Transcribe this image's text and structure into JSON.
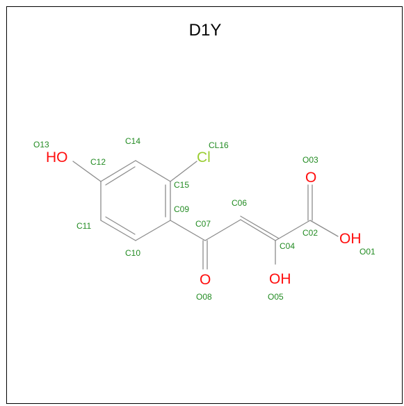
{
  "title": "D1Y",
  "colors": {
    "bond": "#8c8c8c",
    "oxygen": "#ff0d0d",
    "chlorine": "#9acd32",
    "atom_label": "#228b22",
    "title": "#000000"
  },
  "atom_symbols": {
    "o13": "HO",
    "cl16": "Cl",
    "o03": "O",
    "o01": "OH",
    "o08": "O",
    "o05": "OH"
  },
  "atom_labels": {
    "o13": "O13",
    "c14": "C14",
    "cl16": "CL16",
    "c12": "C12",
    "c15": "C15",
    "o03": "O03",
    "c09": "C09",
    "c06": "C06",
    "c11": "C11",
    "c07": "C07",
    "c02": "C02",
    "c04": "C04",
    "o01": "O01",
    "c10": "C10",
    "o08": "O08",
    "o05": "O05"
  }
}
